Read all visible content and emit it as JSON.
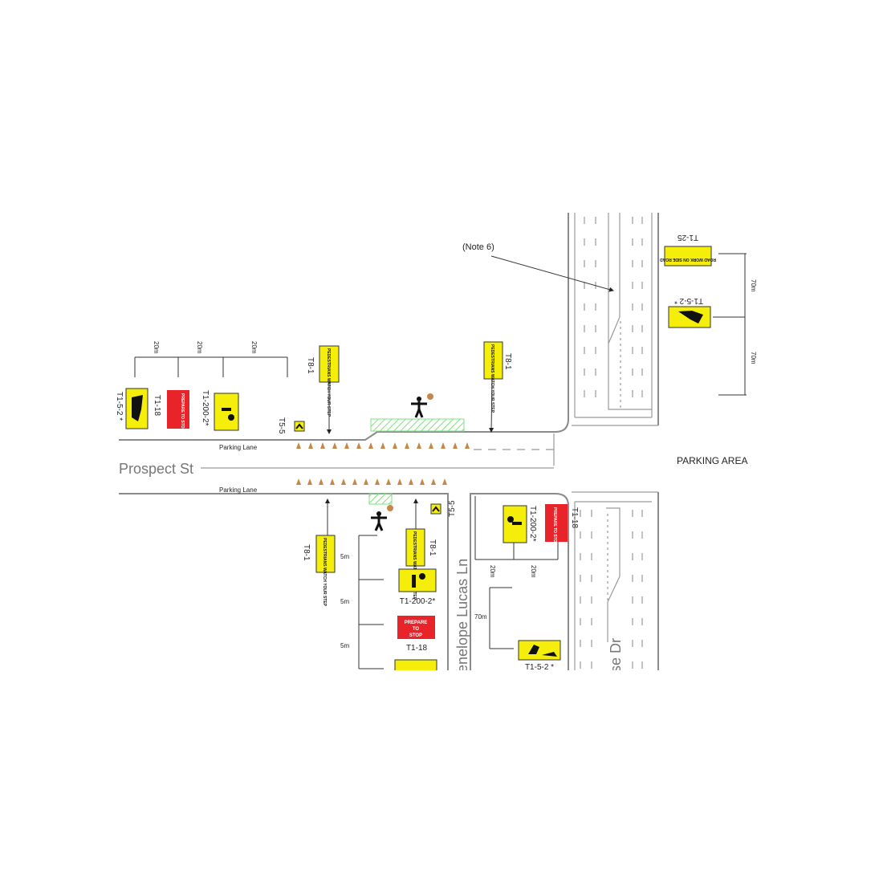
{
  "streets": {
    "prospect": "Prospect St",
    "penelope": "enelope Lucas Ln",
    "right": "se Dr"
  },
  "areas": {
    "parking_area": "PARKING AREA",
    "parking_lane_top": "Parking Lane",
    "parking_lane_bottom": "Parking Lane"
  },
  "note": "(Note 6)",
  "signs": {
    "prepare_to_stop": "PREPARE TO STOP",
    "pedestrians": "PEDESTRIANS WATCH YOUR STEP",
    "road_work_side": "ROAD WORK ON SIDE ROAD"
  },
  "labels": {
    "t1_5_2": "T1-5-2 *",
    "t1_18": "T1-18",
    "t1_200_2": "T1-200-2*",
    "t8_1": "T8-1",
    "t5_5": "T5-5",
    "t1_25": "T1-25"
  },
  "dimensions": {
    "d20": "20m",
    "d70": "70m",
    "d5": "5m"
  },
  "colors": {
    "sign_yellow": "#f5ee0a",
    "sign_red": "#e8232a",
    "cone": "#c8874a",
    "work_area": "#7fe07f"
  }
}
